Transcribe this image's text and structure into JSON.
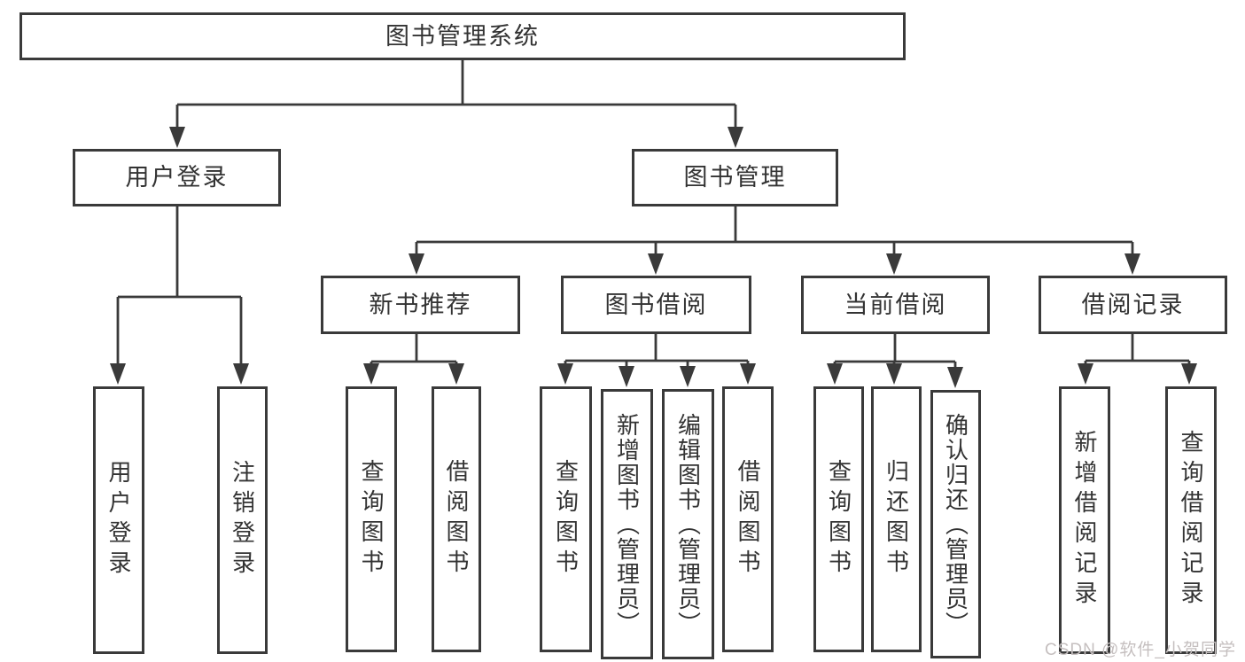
{
  "diagram": {
    "root": {
      "label": "图书管理系统"
    },
    "user_login": {
      "label": "用户登录",
      "children": [
        {
          "label": "用户登录"
        },
        {
          "label": "注销登录"
        }
      ]
    },
    "book_management": {
      "label": "图书管理",
      "sections": [
        {
          "label": "新书推荐",
          "children": [
            {
              "label": "查询图书"
            },
            {
              "label": "借阅图书"
            }
          ]
        },
        {
          "label": "图书借阅",
          "children": [
            {
              "label": "查询图书"
            },
            {
              "label": "新增图书（管理员）"
            },
            {
              "label": "编辑图书（管理员）"
            },
            {
              "label": "借阅图书"
            }
          ]
        },
        {
          "label": "当前借阅",
          "children": [
            {
              "label": "查询图书"
            },
            {
              "label": "归还图书"
            },
            {
              "label": "确认归还（管理员）"
            }
          ]
        },
        {
          "label": "借阅记录",
          "children": [
            {
              "label": "新增借阅记录"
            },
            {
              "label": "查询借阅记录"
            }
          ]
        }
      ]
    }
  },
  "watermark": {
    "text": "CSDN @软件_小贺同学"
  },
  "colors": {
    "line": "#3a3a3a",
    "text": "#333333",
    "watermark": "#c5bfbf",
    "background": "#ffffff"
  }
}
